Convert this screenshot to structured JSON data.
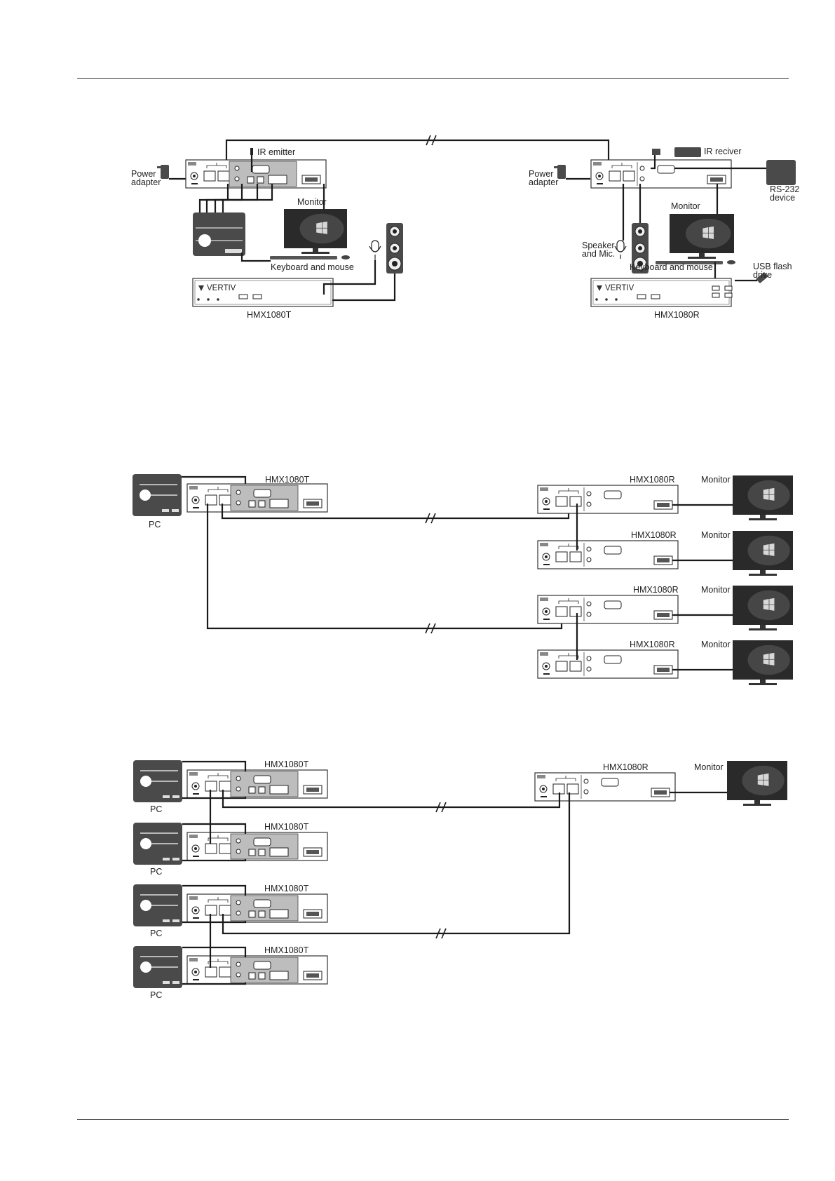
{
  "labels": {
    "power_adapter": "Power\nadapter",
    "ir_emitter": "IR emitter",
    "ir_receiver": "IR reciver",
    "monitor": "Monitor",
    "keyboard_mouse": "Keyboard and mouse",
    "speaker_mic": "Speaker\nand Mic.",
    "rs232": "RS-232\ndevice",
    "usb_flash": "USB flash\ndrive",
    "transmitter": "HMX1080T",
    "receiver": "HMX1080R",
    "pc": "PC",
    "brand": "VERTIV"
  },
  "colors": {
    "line": "#1a1a1a",
    "panel": "#bdbdbd",
    "pc": "#4a4a4a"
  }
}
